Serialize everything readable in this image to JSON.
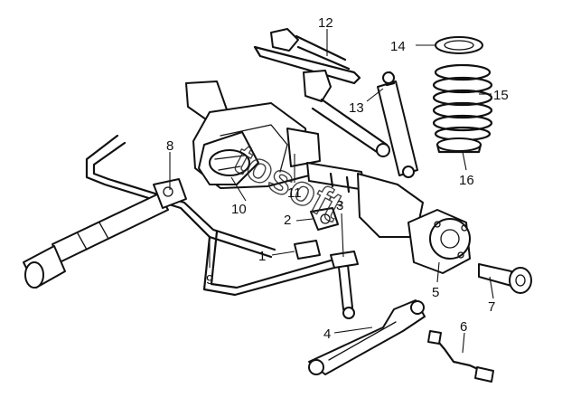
{
  "callouts": [
    {
      "id": "1",
      "text": "1"
    },
    {
      "id": "2",
      "text": "2"
    },
    {
      "id": "3",
      "text": "3"
    },
    {
      "id": "4",
      "text": "4"
    },
    {
      "id": "5",
      "text": "5"
    },
    {
      "id": "6",
      "text": "6"
    },
    {
      "id": "7",
      "text": "7"
    },
    {
      "id": "8",
      "text": "8"
    },
    {
      "id": "9",
      "text": "9"
    },
    {
      "id": "10",
      "text": "10"
    },
    {
      "id": "11",
      "text": "11"
    },
    {
      "id": "12",
      "text": "12"
    },
    {
      "id": "13",
      "text": "13"
    },
    {
      "id": "14",
      "text": "14"
    },
    {
      "id": "15",
      "text": "15"
    },
    {
      "id": "16",
      "text": "16"
    }
  ],
  "watermark": {
    "text": "tosoft"
  }
}
